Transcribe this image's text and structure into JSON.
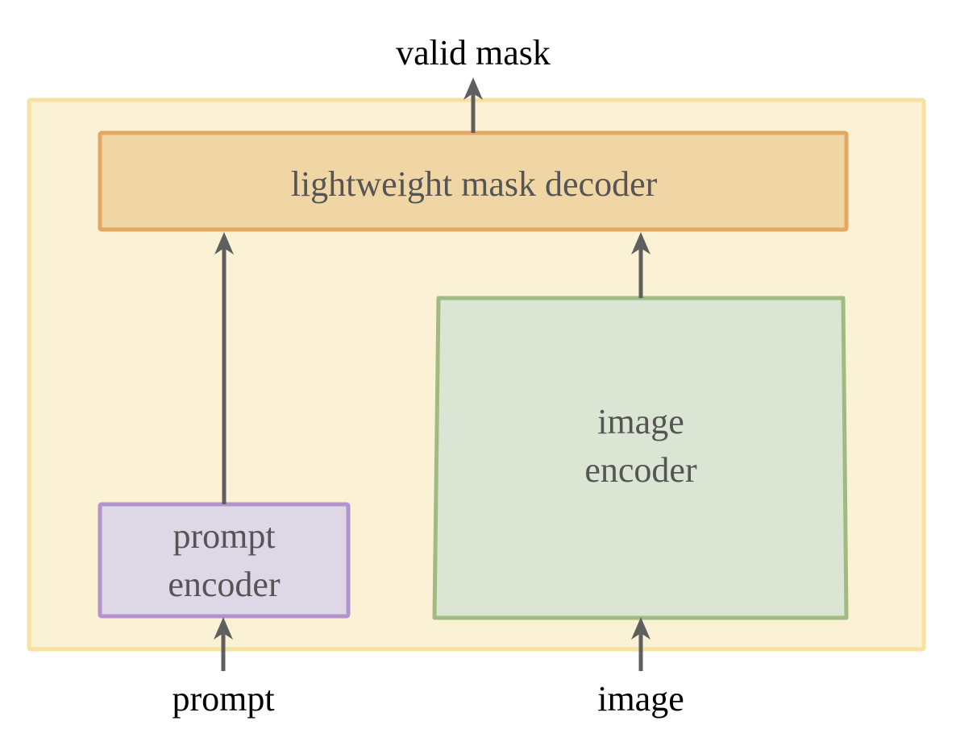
{
  "labels": {
    "output": "valid mask",
    "input_prompt": "prompt",
    "input_image": "image"
  },
  "blocks": {
    "decoder": {
      "line1": "lightweight mask decoder"
    },
    "prompt_encoder": {
      "line1": "prompt",
      "line2": "encoder"
    },
    "image_encoder": {
      "line1": "image",
      "line2": "encoder"
    }
  },
  "colors": {
    "container_fill": "#fbf1d5",
    "container_stroke": "#f7e1a0",
    "decoder_fill": "#f0d6a5",
    "decoder_stroke": "#e3a862",
    "prompt_fill": "#ded7e6",
    "prompt_stroke": "#b393cc",
    "image_fill": "#dbe5d4",
    "image_stroke": "#9fbb82",
    "arrow": "#5f5f5f"
  }
}
